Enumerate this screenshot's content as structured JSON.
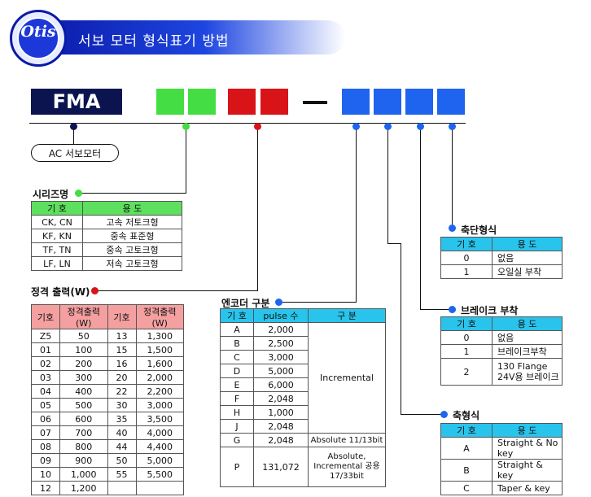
{
  "header": {
    "logo_text": "Otis",
    "title": "서보 모터 형식표기 방법"
  },
  "code": {
    "prefix": "FMA",
    "dash": "—"
  },
  "colors": {
    "navy": "#0c1450",
    "green": "#44dd44",
    "red": "#d81418",
    "blue": "#1e64ee",
    "cyan_header": "#29c4ec",
    "pink_header": "#f5a0a0",
    "green_header": "#5de05d"
  },
  "ac_label": "AC 서보모터",
  "series": {
    "title": "시리즈명",
    "headers": [
      "기 호",
      "용 도"
    ],
    "rows": [
      [
        "CK, CN",
        "고속 저토크형"
      ],
      [
        "KF, KN",
        "중속 표준형"
      ],
      [
        "TF, TN",
        "중속 고토크형"
      ],
      [
        "LF, LN",
        "저속 고토크형"
      ]
    ]
  },
  "output": {
    "title": "정격 출력(W)",
    "headers": [
      "기호",
      "정격출력(W)",
      "기호",
      "정격출력(W)"
    ],
    "rows": [
      [
        "Z5",
        "50",
        "13",
        "1,300"
      ],
      [
        "01",
        "100",
        "15",
        "1,500"
      ],
      [
        "02",
        "200",
        "16",
        "1,600"
      ],
      [
        "03",
        "300",
        "20",
        "2,000"
      ],
      [
        "04",
        "400",
        "22",
        "2,200"
      ],
      [
        "05",
        "500",
        "30",
        "3,000"
      ],
      [
        "06",
        "600",
        "35",
        "3,500"
      ],
      [
        "07",
        "700",
        "40",
        "4,000"
      ],
      [
        "08",
        "800",
        "44",
        "4,400"
      ],
      [
        "09",
        "900",
        "50",
        "5,000"
      ],
      [
        "10",
        "1,000",
        "55",
        "5,500"
      ],
      [
        "12",
        "1,200",
        "",
        ""
      ]
    ]
  },
  "encoder": {
    "title": "엔코더 구분",
    "headers": [
      "기 호",
      "pulse 수",
      "구 분"
    ],
    "rows": [
      [
        "A",
        "2,000"
      ],
      [
        "B",
        "2,500"
      ],
      [
        "C",
        "3,000"
      ],
      [
        "D",
        "5,000"
      ],
      [
        "E",
        "6,000"
      ],
      [
        "F",
        "2,048"
      ],
      [
        "H",
        "1,000"
      ],
      [
        "J",
        "2,048"
      ]
    ],
    "incremental": "Incremental",
    "row_g": [
      "G",
      "2,048",
      "Absolute 11/13bit"
    ],
    "row_p": [
      "P",
      "131,072",
      "Absolute, Incremental 공용 17/33bit"
    ]
  },
  "shaft_end": {
    "title": "축단형식",
    "headers": [
      "기 호",
      "용 도"
    ],
    "rows": [
      [
        "0",
        "없음"
      ],
      [
        "1",
        "오일실 부착"
      ]
    ]
  },
  "brake": {
    "title": "브레이크 부착",
    "headers": [
      "기 호",
      "용 도"
    ],
    "rows": [
      [
        "0",
        "없음"
      ],
      [
        "1",
        "브레이크부착"
      ],
      [
        "2",
        "130 Flange 24V용 브레이크"
      ]
    ]
  },
  "shaft": {
    "title": "축형식",
    "headers": [
      "기 호",
      "용 도"
    ],
    "rows": [
      [
        "A",
        "Straight & No key"
      ],
      [
        "B",
        "Straight & key"
      ],
      [
        "C",
        "Taper & key"
      ]
    ]
  }
}
